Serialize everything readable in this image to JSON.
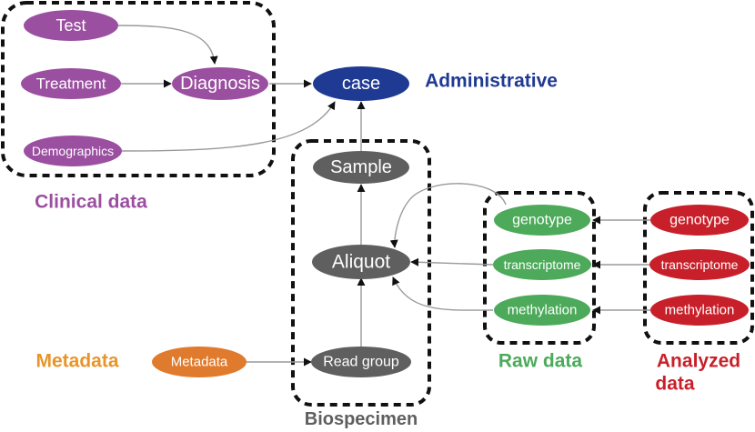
{
  "groups": {
    "clinical": {
      "label": "Clinical data",
      "color": "#9b4fa0"
    },
    "administrative": {
      "label": "Administrative",
      "color": "#1f3a93"
    },
    "biospecimen": {
      "label": "Biospecimen",
      "color": "#5f5f5f"
    },
    "raw": {
      "label": "Raw data",
      "color": "#4caa5a"
    },
    "analyzed": {
      "label_line1": "Analyzed",
      "label_line2": "data",
      "color": "#c8202a"
    },
    "metadata": {
      "label": "Metadata",
      "color": "#e8952a"
    }
  },
  "nodes": {
    "test": {
      "label": "Test",
      "color": "#9b4fa0"
    },
    "treatment": {
      "label": "Treatment",
      "color": "#9b4fa0"
    },
    "diagnosis": {
      "label": "Diagnosis",
      "color": "#9b4fa0"
    },
    "demographics": {
      "label": "Demographics",
      "color": "#9b4fa0"
    },
    "case": {
      "label": "case",
      "color": "#1f3a93"
    },
    "sample": {
      "label": "Sample",
      "color": "#5f5f5f"
    },
    "aliquot": {
      "label": "Aliquot",
      "color": "#5f5f5f"
    },
    "read_group": {
      "label": "Read group",
      "color": "#5f5f5f"
    },
    "metadata": {
      "label": "Metadata",
      "color": "#e07a2c"
    },
    "raw_genotype": {
      "label": "genotype",
      "color": "#4caa5a"
    },
    "raw_transcriptome": {
      "label": "transcriptome",
      "color": "#4caa5a"
    },
    "raw_methylation": {
      "label": "methylation",
      "color": "#4caa5a"
    },
    "an_genotype": {
      "label": "genotype",
      "color": "#c8202a"
    },
    "an_transcriptome": {
      "label": "transcriptome",
      "color": "#c8202a"
    },
    "an_methylation": {
      "label": "methylation",
      "color": "#c8202a"
    }
  }
}
